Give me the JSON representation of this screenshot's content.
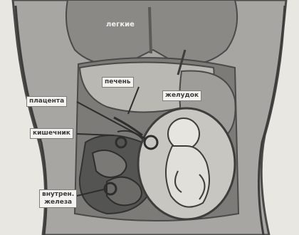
{
  "labels": {
    "lungs": "легкие",
    "liver": "печень",
    "stomach": "желудок",
    "placenta": "плацента",
    "intestines": "кишечник",
    "glands_line1": "внутрен.",
    "glands_line2": "железа"
  },
  "colors": {
    "background": "#e9e7e2",
    "body_shade": "#8f8f8c",
    "organ_dark": "#555553",
    "label_bg": "#f4f3ef"
  }
}
